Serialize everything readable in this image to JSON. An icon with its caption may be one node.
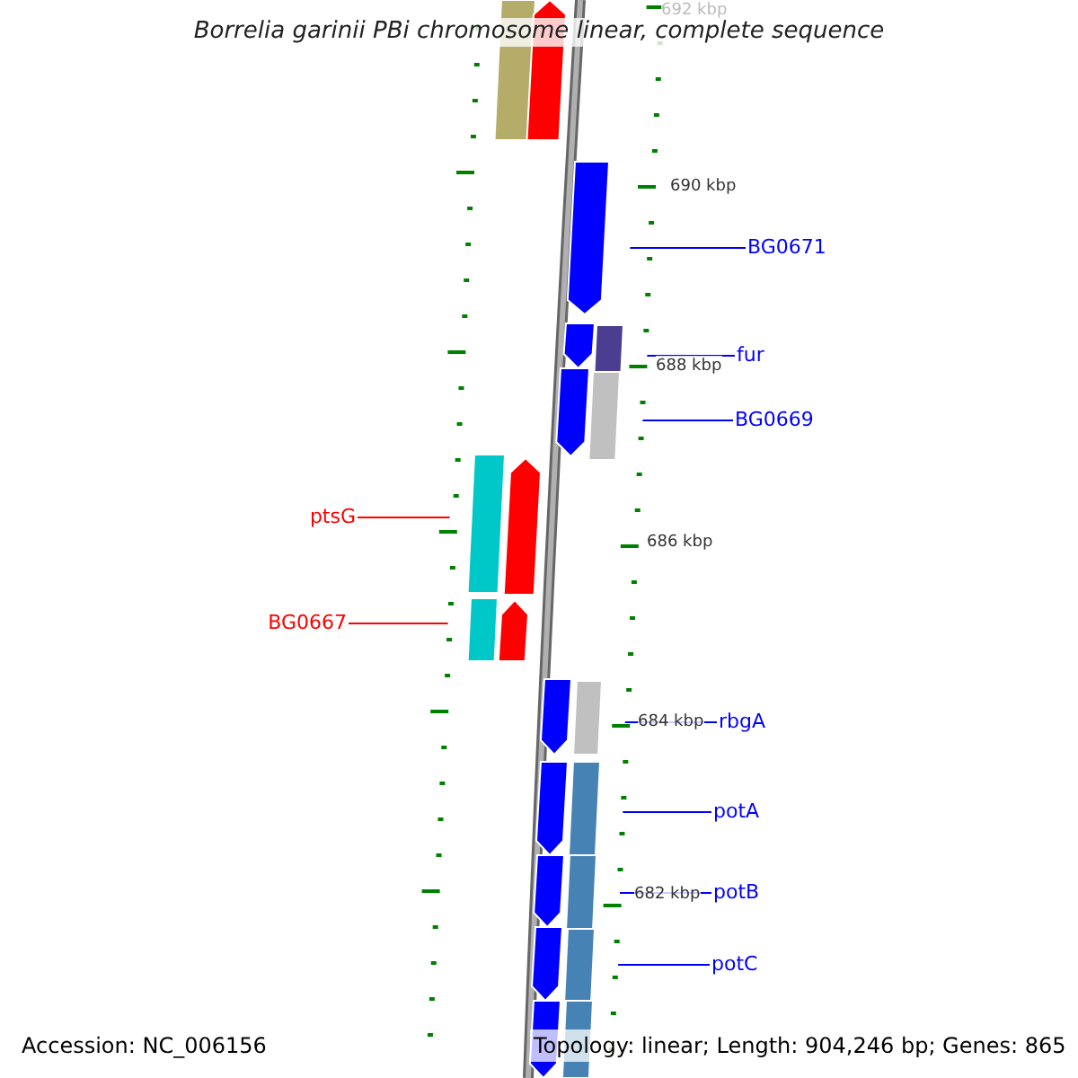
{
  "diagram": {
    "title": "Borrelia garinii PBi chromosome linear, complete sequence",
    "nodes": [
      {
        "text": [],
        "shape": "bar"
      },
      {
        "text": [],
        "shape": "bar"
      },
      {
        "text": [],
        "shape": "bar"
      },
      {
        "text": [
          "BG0671"
        ]
      },
      {
        "text": [],
        "shape": "bar"
      },
      {
        "text": [],
        "shape": "bar"
      },
      {
        "text": [
          "fur"
        ]
      },
      {
        "text": [],
        "shape": "bar"
      },
      {
        "text": [],
        "shape": "bar"
      },
      {
        "text": [
          "BG0669"
        ]
      },
      {
        "text": [
          "ptsG"
        ]
      },
      {
        "text": [],
        "shape": "bar"
      },
      {
        "text": [],
        "shape": "bar"
      },
      {
        "text": [
          "BG0667"
        ]
      },
      {
        "text": [],
        "shape": "bar"
      },
      {
        "text": [],
        "shape": "bar"
      },
      {
        "text": [],
        "shape": "bar"
      },
      {
        "text": [],
        "shape": "bar"
      },
      {
        "text": [
          "rbgA"
        ]
      },
      {
        "text": [],
        "shape": "bar"
      },
      {
        "text": [],
        "shape": "bar"
      },
      {
        "text": [
          "potA"
        ]
      },
      {
        "text": [],
        "shape": "bar"
      },
      {
        "text": [],
        "shape": "bar"
      },
      {
        "text": [
          "potB"
        ]
      },
      {
        "text": [],
        "shape": "bar"
      },
      {
        "text": [],
        "shape": "bar"
      },
      {
        "text": [
          "potC"
        ]
      },
      {
        "text": [],
        "shape": "bar"
      },
      {
        "text": [],
        "shape": "bar"
      }
    ],
    "edges": [
      {
        "from": 3,
        "to": 2,
        "arrow": "none"
      },
      {
        "from": 6,
        "to": 5,
        "arrow": "none"
      },
      {
        "from": 9,
        "to": 8,
        "arrow": "none"
      },
      {
        "from": 10,
        "to": 11,
        "arrow": "none",
        "color": "#ff0000"
      },
      {
        "from": 13,
        "to": 14,
        "arrow": "none",
        "color": "#ff0000"
      },
      {
        "from": 18,
        "to": 17,
        "arrow": "none"
      },
      {
        "from": 21,
        "to": 20,
        "arrow": "none"
      },
      {
        "from": 24,
        "to": 23,
        "arrow": "none"
      },
      {
        "from": 27,
        "to": 26,
        "arrow": "none"
      }
    ],
    "labels": [
      "692 kbp",
      "690 kbp",
      "688 kbp",
      "686 kbp",
      "684 kbp",
      "682 kbp",
      "Accession: NC_006156",
      "Topology: linear; Length: 904,246 bp; Genes: 865"
    ]
  }
}
